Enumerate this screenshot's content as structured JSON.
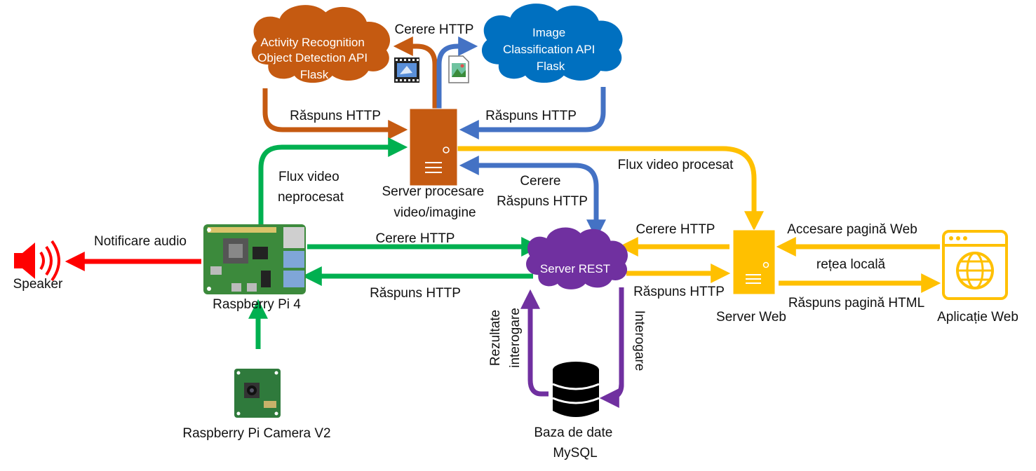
{
  "colors": {
    "green": "#00B050",
    "red": "#FF0000",
    "orange": "#C55A11",
    "blue": "#4472C4",
    "yellow": "#FFC000",
    "purple": "#7030A0",
    "cloud_blue": "#0070C0"
  },
  "clouds": {
    "activity": [
      "Activity Recognition",
      "Object Detection API",
      "Flask"
    ],
    "image": [
      "Image",
      "Classification API",
      "Flask"
    ],
    "rest": "Server REST"
  },
  "nodes": {
    "processing_server": [
      "Server procesare",
      "video/imagine"
    ],
    "raspberry": "Raspberry Pi 4",
    "speaker": "Speaker",
    "camera": "Raspberry Pi Camera V2",
    "database": [
      "Baza de date",
      "MySQL"
    ],
    "web_server": "Server Web",
    "web_app": "Aplicație Web"
  },
  "edges": {
    "cerere_http_top": "Cerere HTTP",
    "raspuns_http_left": "Răspuns HTTP",
    "raspuns_http_right": "Răspuns HTTP",
    "flux_video_neprocesat": [
      "Flux video",
      "neprocesat"
    ],
    "flux_video_procesat": "Flux video procesat",
    "cerere_raspuns_http": [
      "Cerere",
      "Răspuns HTTP"
    ],
    "notificare_audio": "Notificare audio",
    "pi_cerere_http": "Cerere HTTP",
    "pi_raspuns_http": "Răspuns HTTP",
    "web_cerere_http": "Cerere HTTP",
    "web_raspuns_http": "Răspuns HTTP",
    "accesare_pagina": "Accesare pagină Web",
    "retea_locala": "rețea locală",
    "raspuns_pagina": "Răspuns pagină HTML",
    "rezultate_interogare": [
      "Rezultate",
      "interogare"
    ],
    "interogare": "Interogare"
  },
  "icons": {
    "processing_server": "server-tower-icon",
    "web_server": "server-tower-icon",
    "speaker": "speaker-icon",
    "database": "database-icon",
    "web_app": "web-globe-icon",
    "raspberry": "raspberry-pi-board-icon",
    "camera": "camera-module-icon",
    "video": "video-film-icon",
    "image": "image-file-icon"
  }
}
